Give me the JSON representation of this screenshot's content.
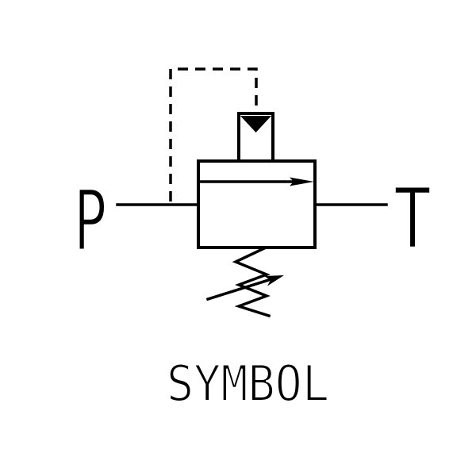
{
  "diagram": {
    "caption": "SYMBOL",
    "port_labels": {
      "p": "P",
      "t": "T"
    },
    "colors": {
      "line": "#000000",
      "background": "#ffffff"
    }
  }
}
